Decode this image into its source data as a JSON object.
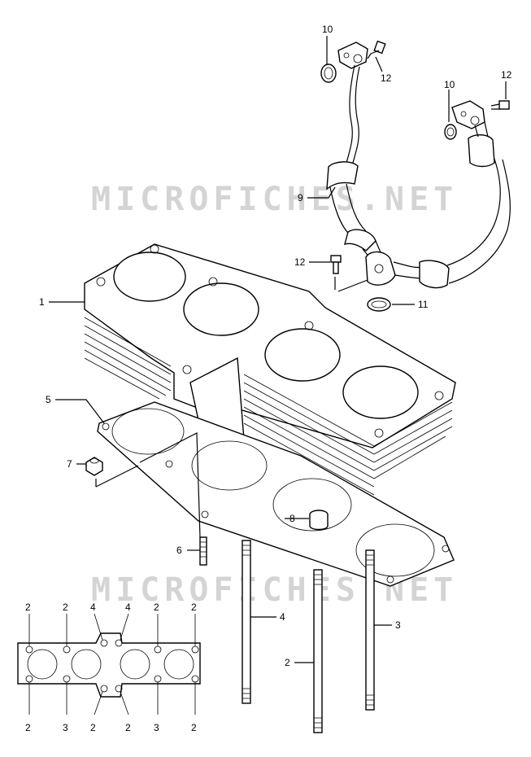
{
  "watermark": {
    "text": "MICROFICHES.NET"
  },
  "callouts": {
    "c10a": "10",
    "c12a": "12",
    "c10b": "10",
    "c12b": "12",
    "c9": "9",
    "c12c": "12",
    "c11": "11",
    "c1": "1",
    "c5": "5",
    "c7": "7",
    "c8": "8",
    "c6": "6",
    "c4a": "4",
    "c3a": "3",
    "c2a": "2",
    "g2_1": "2",
    "g2_2": "2",
    "g4_1": "4",
    "g4_2": "4",
    "g2_3": "2",
    "g2_4": "2",
    "g2_5": "2",
    "g3_1": "3",
    "g2_6": "2",
    "g2_7": "2",
    "g3_2": "3",
    "g2_8": "2"
  }
}
